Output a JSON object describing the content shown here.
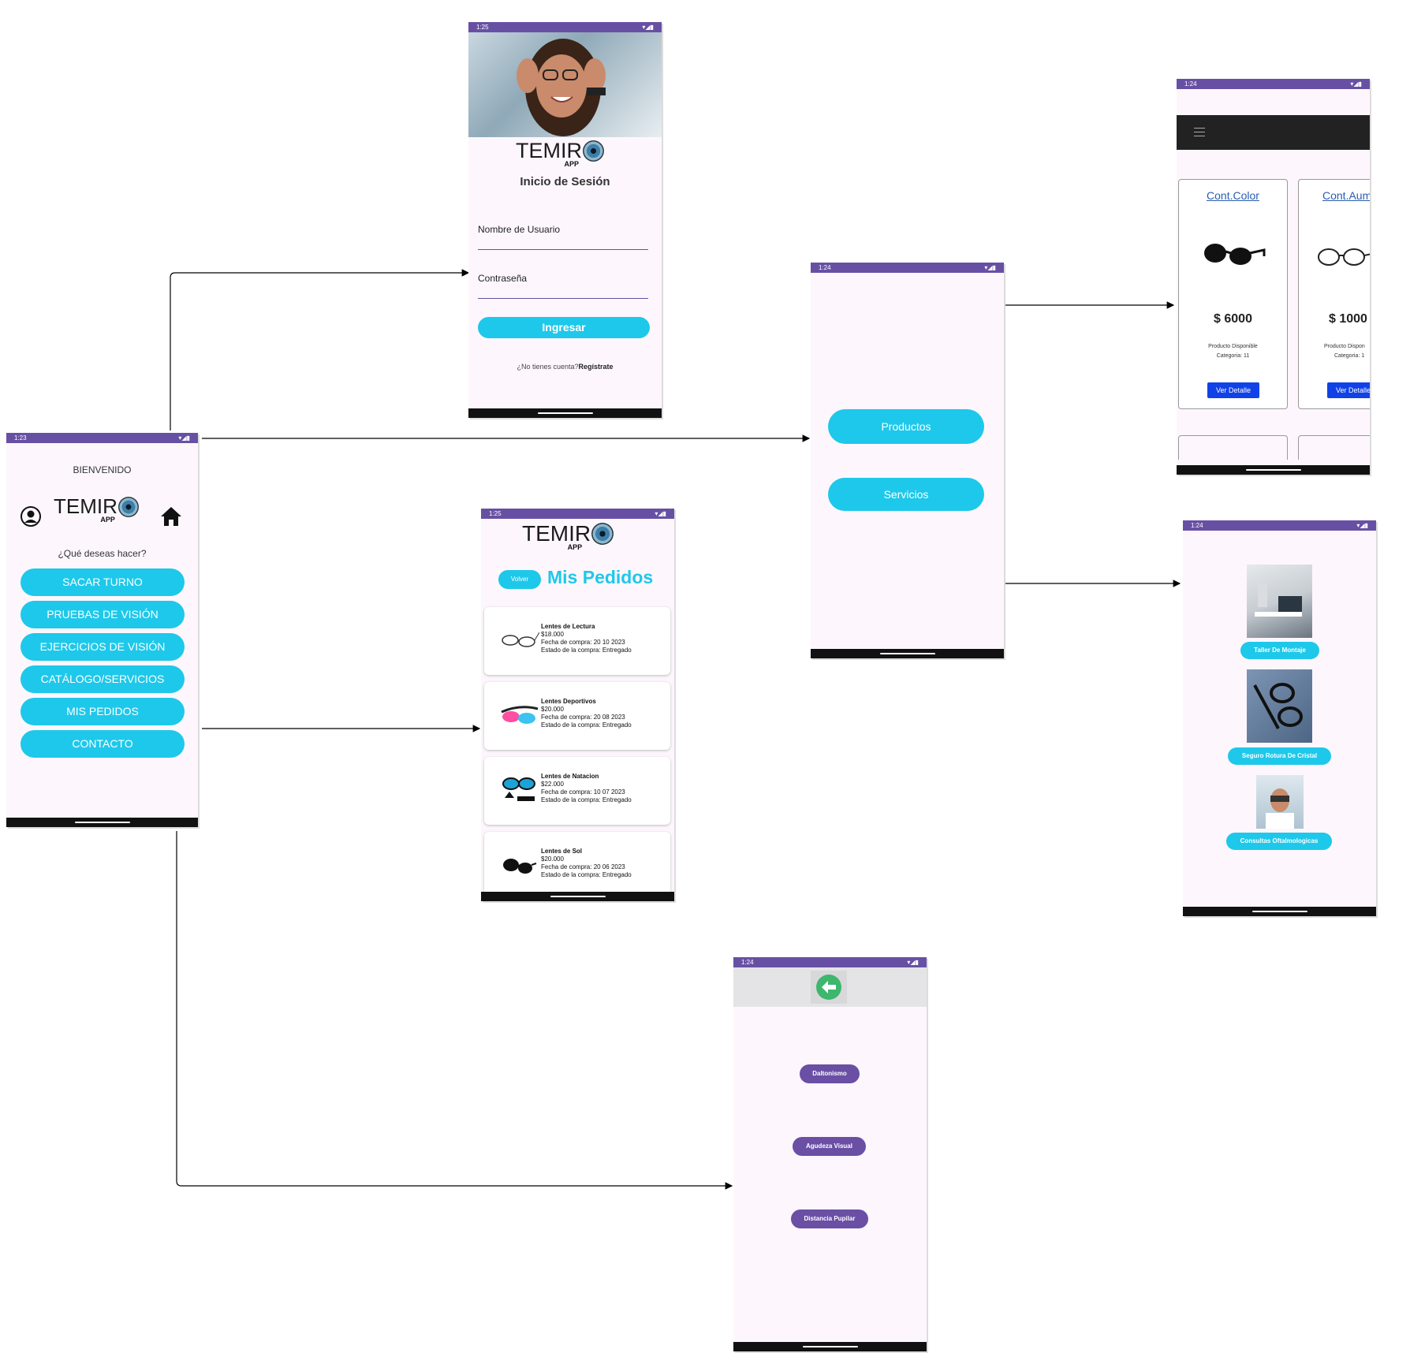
{
  "home": {
    "status_time": "1:23",
    "welcome": "BIENVENIDO",
    "logo_text": "TEMIR",
    "logo_sub": "APP",
    "question": "¿Qué deseas hacer?",
    "buttons": [
      "SACAR TURNO",
      "PRUEBAS DE VISIÓN",
      "EJERCICIOS DE VISIÓN",
      "CATÁLOGO/SERVICIOS",
      "MIS PEDIDOS",
      "CONTACTO"
    ]
  },
  "login": {
    "status_time": "1:25",
    "logo_text": "TEMIR",
    "logo_sub": "APP",
    "title": "Inicio de Sesión",
    "username_label": "Nombre de Usuario",
    "password_label": "Contraseña",
    "submit_label": "Ingresar",
    "no_account": "¿No tienes cuenta?",
    "register_link": "Regístrate"
  },
  "orders": {
    "status_time": "1:25",
    "logo_text": "TEMIR",
    "logo_sub": "APP",
    "back_label": "Volver",
    "title": "Mis Pedidos",
    "items": [
      {
        "name": "Lentes de Lectura",
        "price": "$18.000",
        "date": "Fecha de compra: 20 10 2023",
        "status": "Estado de la compra: Entregado"
      },
      {
        "name": "Lentes Deportivos",
        "price": "$20.000",
        "date": "Fecha de compra: 20 08 2023",
        "status": "Estado de la compra: Entregado"
      },
      {
        "name": "Lentes de Natacion",
        "price": "$22.000",
        "date": "Fecha de compra: 10 07 2023",
        "status": "Estado de la compra: Entregado"
      },
      {
        "name": "Lentes de Sol",
        "price": "$20.000",
        "date": "Fecha de compra: 20 06 2023",
        "status": "Estado de la compra: Entregado"
      }
    ]
  },
  "catalog_menu": {
    "status_time": "1:24",
    "products_label": "Productos",
    "services_label": "Servicios"
  },
  "products": {
    "status_time": "1:24",
    "cards": [
      {
        "title": "Cont.Color",
        "price": "$ 6000",
        "availability": "Producto Disponible",
        "category": "Categoria: 11",
        "button": "Ver Detalle"
      },
      {
        "title": "Cont.Aum",
        "price": "$ 1000",
        "availability": "Producto Dispon",
        "category": "Categoria: 1",
        "button": "Ver Detalle"
      }
    ]
  },
  "services": {
    "status_time": "1:24",
    "items": [
      "Taller De Montaje",
      "Seguro Rotura De Cristal",
      "Consultas Oftalmologicas"
    ]
  },
  "vision_tests": {
    "status_time": "1:24",
    "tests": [
      "Daltonismo",
      "Agudeza Visual",
      "Distancia Pupilar"
    ]
  },
  "colors": {
    "cyan": "#1ec8ea",
    "purple": "#6a4fa5",
    "statusbar": "#6750a4",
    "blue_button": "#1142e8"
  }
}
